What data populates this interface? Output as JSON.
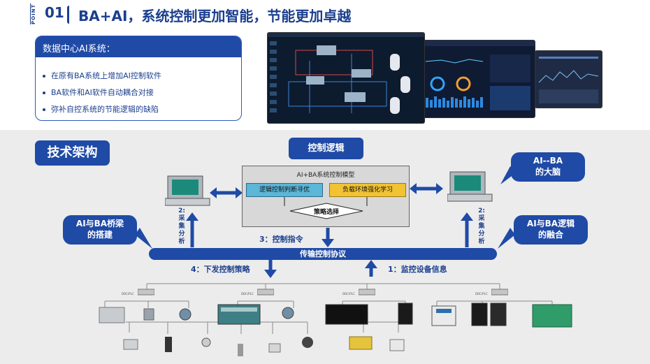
{
  "header": {
    "point": "POINT",
    "number": "01",
    "title": "BA+AI，系统控制更加智能，节能更加卓越"
  },
  "info_card": {
    "heading": "数据中心AI系统：",
    "bullets": [
      "在原有BA系统上增加AI控制软件",
      "BA软件和AI软件自动耦合对接",
      "弥补自控系统的节能逻辑的缺陷"
    ]
  },
  "architecture": {
    "section_title": "技术架构",
    "control_logic": "控制逻辑",
    "model_title": "AI+BA系统控制模型",
    "box_left": "逻辑控制判断寻优",
    "box_right": "负载环境强化学习",
    "strategy": "策略选择",
    "callout_brain": "AI--BA\n的大脑",
    "callout_bridge": "AI与BA桥梁\n的搭建",
    "callout_fusion": "AI与BA逻辑\n的融合",
    "collect_left": "2:采集分析",
    "collect_right": "2:采集分析",
    "step3": "3：控制指令",
    "bus": "传输控制协议",
    "step4": "4：下发控制策略",
    "step1": "1：监控设备信息"
  },
  "devices": {
    "ddc": [
      "DDC/PLC",
      "DDC/PLC",
      "DDC/PLC",
      "DDC/PLC"
    ]
  },
  "colors": {
    "primary": "#1f4aa6",
    "panel": "#ececec",
    "box_left": "#5bb6d8",
    "box_right": "#f1c232"
  }
}
